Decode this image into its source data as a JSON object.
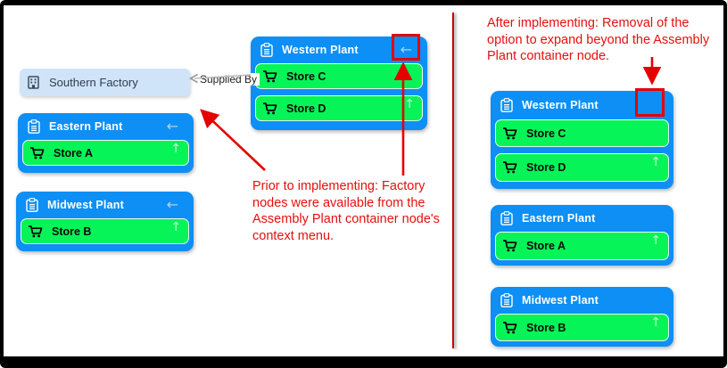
{
  "icons": {
    "collapse_arrow": "←",
    "expand_arrow": "↑"
  },
  "colors": {
    "container_blue": "#0d8ff5",
    "store_green": "#06f457",
    "factory_light_blue": "#cfe4f9",
    "annotation_red": "#e60f0f",
    "highlight_red": "#e50000",
    "divider_red": "#c40000"
  },
  "left_pane": {
    "western": {
      "title": "Western Plant",
      "store_c": "Store C",
      "store_d": "Store D"
    },
    "factory_label": "Southern Factory",
    "edge_label": "Supplied By",
    "eastern": {
      "title": "Eastern Plant",
      "store_a": "Store A"
    },
    "midwest": {
      "title": "Midwest Plant",
      "store_b": "Store B"
    },
    "note_lines": [
      "Prior to implementing: Factory",
      "nodes were available from the",
      "Assembly Plant container node's",
      "context menu."
    ]
  },
  "right_pane": {
    "western": {
      "title": "Western Plant",
      "store_c": "Store C",
      "store_d": "Store D"
    },
    "eastern": {
      "title": "Eastern Plant",
      "store_a": "Store A"
    },
    "midwest": {
      "title": "Midwest Plant",
      "store_b": "Store B"
    },
    "note_lines": [
      "After implementing: Removal of the",
      "option to expand beyond the Assembly",
      "Plant container node."
    ]
  }
}
